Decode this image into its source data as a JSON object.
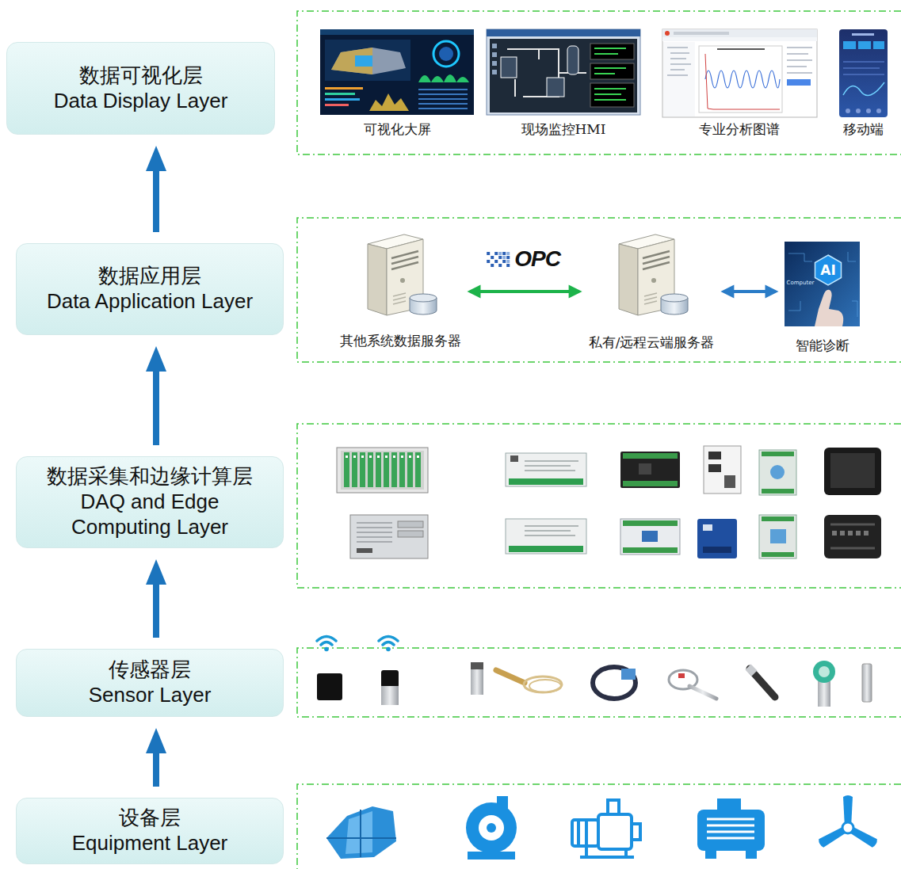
{
  "diagram": {
    "nodes": [
      {
        "text": [
          "数据可视化层",
          "Data Display Layer"
        ]
      },
      {
        "text": [
          "可视化大屏"
        ]
      },
      {
        "text": [
          "现场监控HMI"
        ]
      },
      {
        "text": [
          "专业分析图谱"
        ]
      },
      {
        "text": [
          "移动端"
        ]
      },
      {
        "text": [
          "数据应用层",
          "Data Application Layer"
        ]
      },
      {
        "text": [
          "其他系统数据服务器"
        ]
      },
      {
        "text": [
          "私有/远程云端服务器"
        ]
      },
      {
        "text": [
          "智能诊断"
        ]
      },
      {
        "text": [
          "数据采集和边缘计算层",
          "DAQ and Edge Computing Layer"
        ]
      },
      {
        "text": [
          "传感器层",
          "Sensor Layer"
        ]
      },
      {
        "text": [
          "设备层",
          "Equipment Layer"
        ]
      }
    ],
    "edges": [
      {
        "from": 11,
        "to": 10,
        "arrow": "to"
      },
      {
        "from": 10,
        "to": 9,
        "arrow": "to"
      },
      {
        "from": 9,
        "to": 5,
        "arrow": "to"
      },
      {
        "from": 5,
        "to": 0,
        "arrow": "to"
      },
      {
        "from": 6,
        "to": 7,
        "label": "OPC",
        "arrow": "both"
      },
      {
        "from": 7,
        "to": 8,
        "arrow": "both"
      }
    ],
    "labels": [
      "AI",
      "Computer"
    ]
  }
}
